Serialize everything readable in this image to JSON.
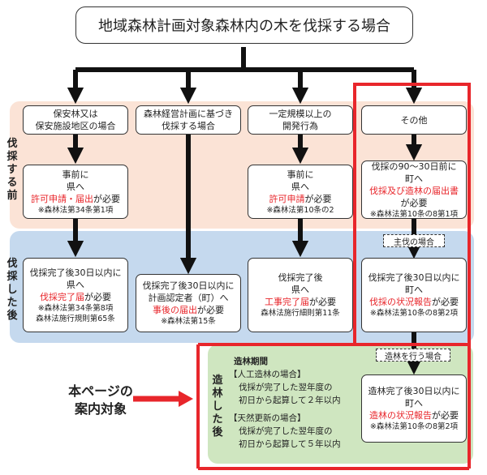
{
  "title": "地域森林計画対象森林内の木を伐採する場合",
  "bands": {
    "before": [
      "伐",
      "採",
      "す",
      "る",
      "前"
    ],
    "after": [
      "伐",
      "採",
      "し",
      "た",
      "後"
    ],
    "reforest": [
      "造",
      "林",
      "し",
      "た",
      "後"
    ]
  },
  "categories": [
    {
      "lines": [
        "保安林又は",
        "保安施設地区の場合"
      ]
    },
    {
      "lines": [
        "森林経営計画に基づき",
        "伐採する場合"
      ]
    },
    {
      "lines": [
        "一定規模以上の",
        "開発行為"
      ]
    },
    {
      "lines": [
        "その他"
      ]
    }
  ],
  "before_boxes": {
    "hoan": {
      "line1": "事前に",
      "line2": "県へ",
      "red": "許可申請・届出",
      "suffix": "が必要",
      "note": "※森林法第34条第1項"
    },
    "kaihatsu": {
      "line1": "事前に",
      "line2": "県へ",
      "red": "許可申請",
      "suffix": "が必要",
      "note": "※森林法第10条の2"
    },
    "other": {
      "line1": "伐採の90～30日前に",
      "line2": "町へ",
      "red": "伐採及び造林の届出書",
      "suffix": "が必要",
      "note": "※森林法第10条の8第1項"
    }
  },
  "label_owner": "主伐の場合",
  "after_boxes": {
    "hoan": {
      "line1": "伐採完了後30日以内に",
      "line2": "県へ",
      "red": "伐採完了届",
      "suffix": "が必要",
      "note1": "※森林法第34条第8項",
      "note2": "森林法施行規則第65条"
    },
    "keikaku": {
      "line1": "伐採完了後30日以内に",
      "line2": "計画認定者（町）へ",
      "red": "事後の届出",
      "suffix": "が必要",
      "note1": "※森林法第15条"
    },
    "kaihatsu": {
      "line1": "伐採完了後",
      "line2": "県へ",
      "red": "工事完了届",
      "suffix": "が必要",
      "note1": "森林法施行細則第11条"
    },
    "other": {
      "line1": "伐採完了後30日以内に",
      "line2": "町へ",
      "red": "伐採の状況報告",
      "suffix": "が必要",
      "note1": "※森林法第10条の8第2項"
    }
  },
  "label_reforest": "造林を行う場合",
  "period": {
    "heading": "造林期間",
    "artificial_title": "【人工造林の場合】",
    "artificial_line1": "伐採が完了した翌年度の",
    "artificial_line2": "初日から起算して２年以内",
    "natural_title": "【天然更新の場合】",
    "natural_line1": "伐採が完了した翌年度の",
    "natural_line2": "初日から起算して５年以内"
  },
  "reforest_box": {
    "line1": "造林完了後30日以内に",
    "line2": "町へ",
    "red": "造林の状況報告",
    "suffix": "が必要",
    "note": "※森林法第10条の8第2項"
  },
  "callout": {
    "line1": "本ページの",
    "line2": "案内対象"
  },
  "colors": {
    "before_band": "#fbe3d6",
    "after_band": "#c5d9ee",
    "reforest_band": "#cfe6c0",
    "highlight": "#e8262b",
    "arrow": "#111111"
  }
}
